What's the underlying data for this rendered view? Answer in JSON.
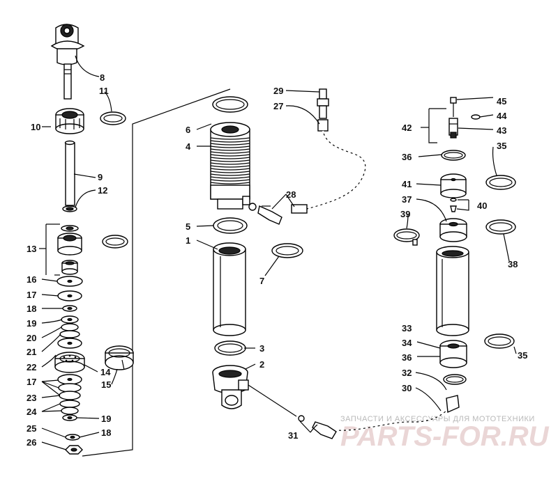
{
  "watermark": {
    "caption": "ЗАПЧАСТИ И АКСЕССУАРЫ ДЛЯ МОТОТЕХНИКИ",
    "logo": "PARTS-FOR.RU"
  },
  "callouts": {
    "c1": "1",
    "c2": "2",
    "c3": "3",
    "c4": "4",
    "c5": "5",
    "c6": "6",
    "c7": "7",
    "c8": "8",
    "c9": "9",
    "c10": "10",
    "c11": "11",
    "c12": "12",
    "c13": "13",
    "c14": "14",
    "c15": "15",
    "c16": "16",
    "c17a": "17",
    "c17b": "17",
    "c18a": "18",
    "c18b": "18",
    "c19a": "19",
    "c19b": "19",
    "c20": "20",
    "c21": "21",
    "c22": "22",
    "c23": "23",
    "c24": "24",
    "c25": "25",
    "c26": "26",
    "c27": "27",
    "c28": "28",
    "c29": "29",
    "c30": "30",
    "c31": "31",
    "c32": "32",
    "c33": "33",
    "c34": "34",
    "c35a": "35",
    "c35b": "35",
    "c36a": "36",
    "c36b": "36",
    "c37": "37",
    "c38": "38",
    "c39": "39",
    "c40": "40",
    "c41": "41",
    "c42": "42",
    "c43": "43",
    "c44": "44",
    "c45": "45"
  }
}
